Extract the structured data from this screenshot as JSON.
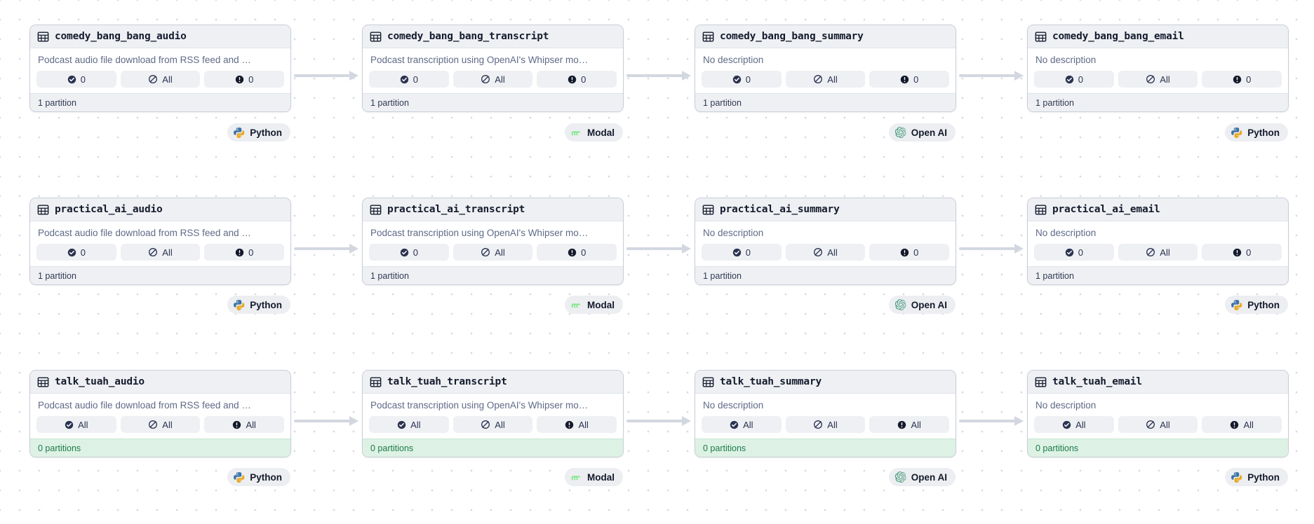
{
  "graph": {
    "background": "#ffffff",
    "dot_color": "#d7dae2",
    "arrow_color": "#d3d7e0",
    "accent_green": "#1d7a4b",
    "empty_footer_bg": "#ddf2e4",
    "header_bg": "#eef0f3"
  },
  "labels": {
    "no_description": "No description",
    "desc_audio": "Podcast audio file download from RSS feed and …",
    "desc_transcript": "Podcast transcription using OpenAI's Whipser mo…",
    "partition_one": "1 partition",
    "partition_zero": "0 partitions",
    "zero": "0",
    "all": "All"
  },
  "kind_tags": {
    "python": "Python",
    "modal": "Modal",
    "openai": "Open AI"
  },
  "icons": {
    "table": "table-icon",
    "materialized": "check-circle-icon",
    "checks": "slashed-circle-icon",
    "freshness": "exclamation-circle-icon",
    "python": "python-logo-icon",
    "modal": "modal-logo-icon",
    "openai": "openai-logo-icon"
  },
  "rows": [
    {
      "name": "comedy_bang_bang",
      "cards": [
        {
          "title": "comedy_bang_bang_audio",
          "description": "Podcast audio file download from RSS feed and …",
          "materialized": "0",
          "checks": "All",
          "freshness": "0",
          "partitions": "1 partition",
          "empty": false,
          "tag": "Python",
          "tag_icon": "python-logo-icon"
        },
        {
          "title": "comedy_bang_bang_transcript",
          "description": "Podcast transcription using OpenAI's Whipser mo…",
          "materialized": "0",
          "checks": "All",
          "freshness": "0",
          "partitions": "1 partition",
          "empty": false,
          "tag": "Modal",
          "tag_icon": "modal-logo-icon"
        },
        {
          "title": "comedy_bang_bang_summary",
          "description": "No description",
          "materialized": "0",
          "checks": "All",
          "freshness": "0",
          "partitions": "1 partition",
          "empty": false,
          "tag": "Open AI",
          "tag_icon": "openai-logo-icon"
        },
        {
          "title": "comedy_bang_bang_email",
          "description": "No description",
          "materialized": "0",
          "checks": "All",
          "freshness": "0",
          "partitions": "1 partition",
          "empty": false,
          "tag": "Python",
          "tag_icon": "python-logo-icon"
        }
      ]
    },
    {
      "name": "practical_ai",
      "cards": [
        {
          "title": "practical_ai_audio",
          "description": "Podcast audio file download from RSS feed and …",
          "materialized": "0",
          "checks": "All",
          "freshness": "0",
          "partitions": "1 partition",
          "empty": false,
          "tag": "Python",
          "tag_icon": "python-logo-icon"
        },
        {
          "title": "practical_ai_transcript",
          "description": "Podcast transcription using OpenAI's Whipser mo…",
          "materialized": "0",
          "checks": "All",
          "freshness": "0",
          "partitions": "1 partition",
          "empty": false,
          "tag": "Modal",
          "tag_icon": "modal-logo-icon"
        },
        {
          "title": "practical_ai_summary",
          "description": "No description",
          "materialized": "0",
          "checks": "All",
          "freshness": "0",
          "partitions": "1 partition",
          "empty": false,
          "tag": "Open AI",
          "tag_icon": "openai-logo-icon"
        },
        {
          "title": "practical_ai_email",
          "description": "No description",
          "materialized": "0",
          "checks": "All",
          "freshness": "0",
          "partitions": "1 partition",
          "empty": false,
          "tag": "Python",
          "tag_icon": "python-logo-icon"
        }
      ]
    },
    {
      "name": "talk_tuah",
      "cards": [
        {
          "title": "talk_tuah_audio",
          "description": "Podcast audio file download from RSS feed and …",
          "materialized": "All",
          "checks": "All",
          "freshness": "All",
          "partitions": "0 partitions",
          "empty": true,
          "tag": "Python",
          "tag_icon": "python-logo-icon"
        },
        {
          "title": "talk_tuah_transcript",
          "description": "Podcast transcription using OpenAI's Whipser mo…",
          "materialized": "All",
          "checks": "All",
          "freshness": "All",
          "partitions": "0 partitions",
          "empty": true,
          "tag": "Modal",
          "tag_icon": "modal-logo-icon"
        },
        {
          "title": "talk_tuah_summary",
          "description": "No description",
          "materialized": "All",
          "checks": "All",
          "freshness": "All",
          "partitions": "0 partitions",
          "empty": true,
          "tag": "Open AI",
          "tag_icon": "openai-logo-icon"
        },
        {
          "title": "talk_tuah_email",
          "description": "No description",
          "materialized": "All",
          "checks": "All",
          "freshness": "All",
          "partitions": "0 partitions",
          "empty": true,
          "tag": "Python",
          "tag_icon": "python-logo-icon"
        }
      ]
    }
  ]
}
